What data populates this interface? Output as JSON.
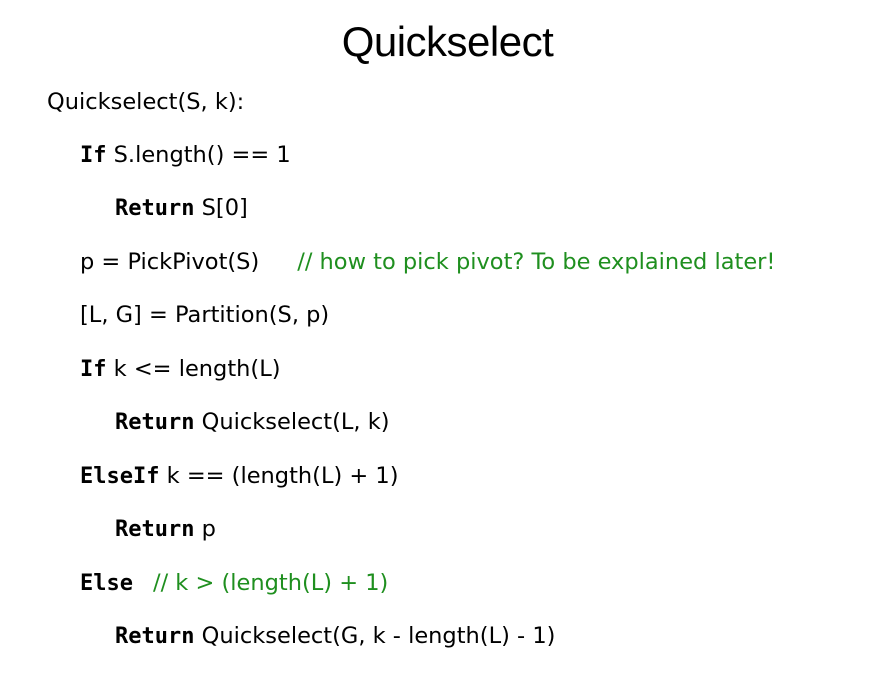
{
  "slide": {
    "title": "Quickselect"
  },
  "code": {
    "signature": "Quickselect(S, k):",
    "line1_kw": "If",
    "line1_text": " S.length() == 1",
    "line2_kw": "Return",
    "line2_text": " S[0]",
    "line3_text": "p = PickPivot(S)",
    "line3_comment": "// how to pick pivot? To be explained later!",
    "line4_text": "[L, G] = Partition(S, p)",
    "line5_kw": "If",
    "line5_text": " k <= length(L)",
    "line6_kw": "Return",
    "line6_text": " Quickselect(L, k)",
    "line7_kw": "ElseIf",
    "line7_text": " k == (length(L) + 1)",
    "line8_kw": "Return",
    "line8_text": " p",
    "line9_kw": "Else",
    "line9_comment": "// k > (length(L) + 1)",
    "line10_kw": "Return",
    "line10_text": " Quickselect(G, k - length(L) - 1)"
  },
  "colors": {
    "comment": "#1f8f1f",
    "text": "#000000",
    "background": "#ffffff"
  }
}
